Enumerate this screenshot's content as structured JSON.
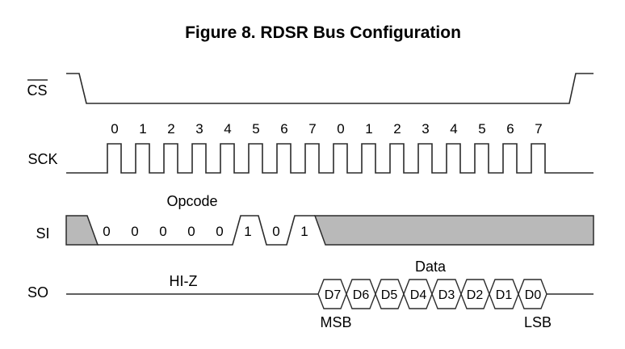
{
  "title": "Figure 8.  RDSR Bus Configuration",
  "signals": {
    "cs": {
      "label": "CS",
      "overline": true
    },
    "sck": {
      "label": "SCK",
      "clock_numbers": [
        "0",
        "1",
        "2",
        "3",
        "4",
        "5",
        "6",
        "7",
        "0",
        "1",
        "2",
        "3",
        "4",
        "5",
        "6",
        "7"
      ]
    },
    "si": {
      "label": "SI",
      "annotation": "Opcode",
      "bits": [
        "0",
        "0",
        "0",
        "0",
        "0",
        "1",
        "0",
        "1"
      ]
    },
    "so": {
      "label": "SO",
      "hiz_label": "HI-Z",
      "annotation": "Data",
      "data_labels": [
        "D7",
        "D6",
        "D5",
        "D4",
        "D3",
        "D2",
        "D1",
        "D0"
      ],
      "msb_label": "MSB",
      "lsb_label": "LSB"
    }
  },
  "colors": {
    "line": "#2b2b2b",
    "undefined_fill": "#b9b9b9",
    "text": "#000000",
    "background": "#ffffff"
  }
}
